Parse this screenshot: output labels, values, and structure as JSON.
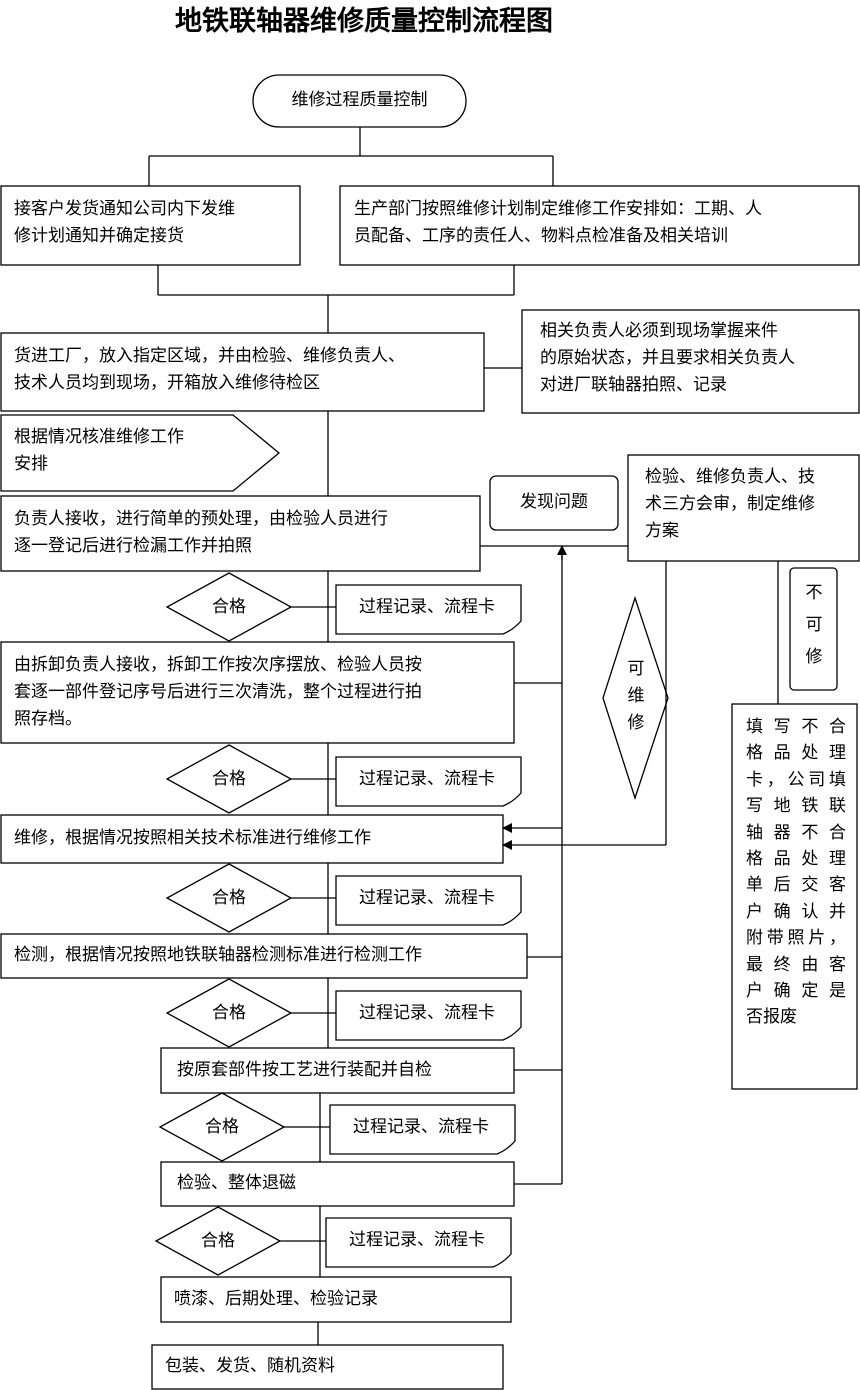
{
  "title": "地铁联轴器维修质量控制流程图",
  "start": "维修过程质量控制",
  "boxes": {
    "notify": "接客户发货通知公司内下发维\n修计划通知并确定接货",
    "plan": "生产部门按照维修计划制定维修工作安排如：工期、人\n员配备、工序的责任人、物料点检准备及相关培训",
    "receive": "货进工厂，放入指定区域，并由检验、维修负责人、\n技术人员均到现场，开箱放入维修待检区",
    "photo_note": "相关负责人必须到现场掌握来件\n的原始状态，并且要求相关负责人\n对进厂联轴器拍照、记录",
    "review": "根据情况核准维修工作\n安排",
    "pretreat": "负责人接收，进行简单的预处理，由检验人员进行\n逐一登记后进行检漏工作并拍照",
    "problem": "发现问题",
    "tripartite": "检验、维修负责人、技\n术三方会审，制定维修\n方案",
    "disassemble": "由拆卸负责人接收，拆卸工作按次序摆放、检验人员按\n套逐一部件登记序号后进行三次清洗，整个过程进行拍\n照存档。",
    "repair": "维修，根据情况按照相关技术标准进行维修工作",
    "inspect": "检测，根据情况按照地铁联轴器检测标准进行检测工作",
    "assemble": "按原套部件按工艺进行装配并自检",
    "demagnetize": "检验、整体退磁",
    "paint": "喷漆、后期处理、检验记录",
    "ship": "包装、发货、随机资料"
  },
  "pass_label": "合格",
  "record_label": "过程记录、流程卡",
  "repairable": "可\n维\n修",
  "not_repairable": "不\n可\n修",
  "reject_lines": [
    "填写不合",
    "格品处理",
    "卡，公司填",
    "写地铁联",
    "轴器不合",
    "格品处理",
    "单后交客",
    "户确认并",
    "附带照片，",
    "最终由客",
    "户确定是",
    "否报废"
  ]
}
